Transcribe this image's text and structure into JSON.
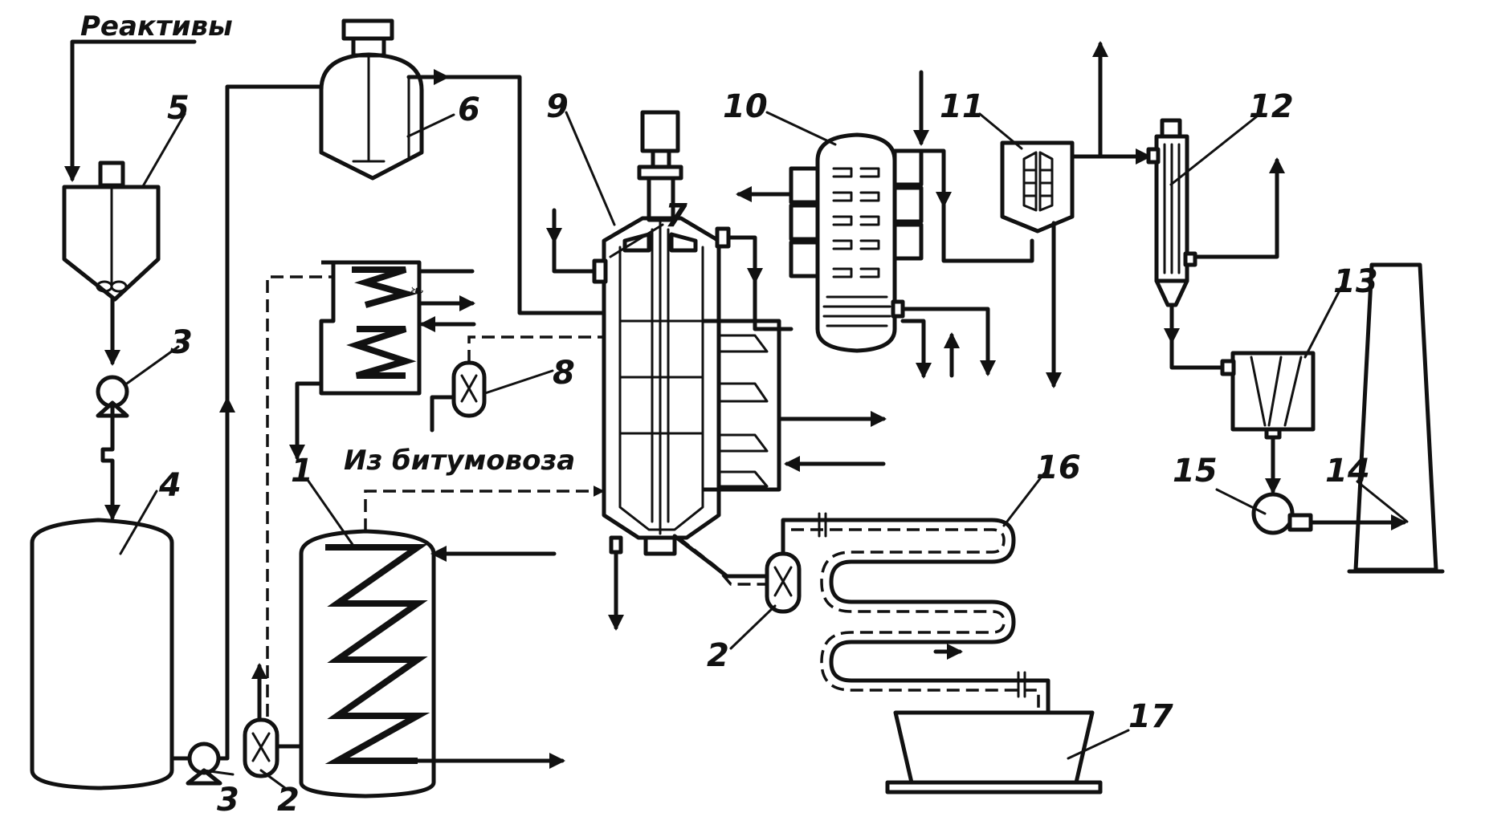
{
  "captions": {
    "reagents": "Реактивы",
    "from_tanker": "Из битумовоза"
  },
  "labels": {
    "l1": "1",
    "l2a": "2",
    "l2b": "2",
    "l3a": "3",
    "l3b": "3",
    "l4": "4",
    "l5": "5",
    "l6": "6",
    "l7": "7",
    "l8": "8",
    "l9": "9",
    "l10": "10",
    "l11": "11",
    "l12": "12",
    "l13": "13",
    "l14": "14",
    "l15": "15",
    "l16": "16",
    "l17": "17"
  }
}
